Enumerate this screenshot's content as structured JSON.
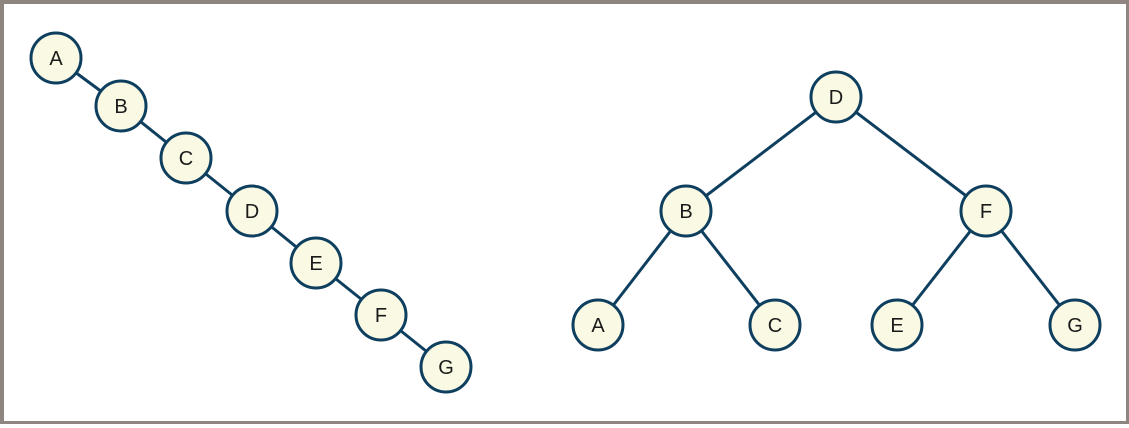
{
  "colors": {
    "edge": "#0f3f5f",
    "node_fill": "#fafae4",
    "node_stroke": "#0f3f5f",
    "border": "#8f8580"
  },
  "trees": [
    {
      "name": "degenerate-tree",
      "nodes": [
        "A",
        "B",
        "C",
        "D",
        "E",
        "F",
        "G"
      ],
      "edges": [
        [
          "A",
          "B"
        ],
        [
          "B",
          "C"
        ],
        [
          "C",
          "D"
        ],
        [
          "D",
          "E"
        ],
        [
          "E",
          "F"
        ],
        [
          "F",
          "G"
        ]
      ]
    },
    {
      "name": "balanced-tree",
      "nodes": [
        "D",
        "B",
        "F",
        "A",
        "C",
        "E",
        "G"
      ],
      "edges": [
        [
          "D",
          "B"
        ],
        [
          "D",
          "F"
        ],
        [
          "B",
          "A"
        ],
        [
          "B",
          "C"
        ],
        [
          "F",
          "E"
        ],
        [
          "F",
          "G"
        ]
      ]
    }
  ]
}
